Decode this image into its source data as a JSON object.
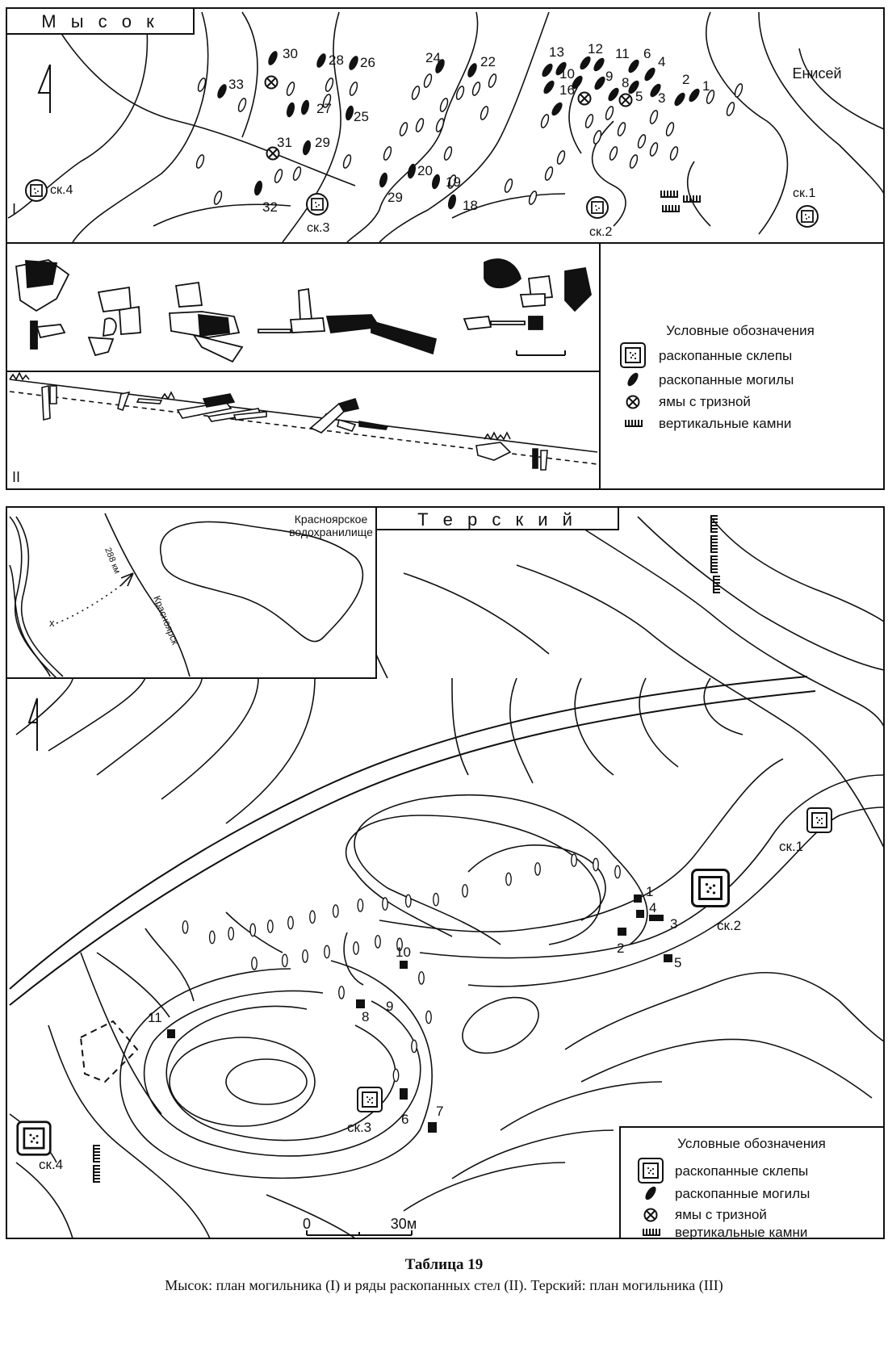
{
  "plate": {
    "title": "Таблица 19",
    "caption": "Мысок: план могильника (I) и ряды раскопанных стел (II). Терский: план могильника (III)"
  },
  "mysok": {
    "site_name": "М ы с о к",
    "river_label": "Енисей",
    "roman_plan": "I",
    "roman_stelae": "II",
    "crypts": [
      "ск.1",
      "ск.2",
      "ск.3",
      "ск.4"
    ],
    "graves": [
      "1",
      "2",
      "3",
      "4",
      "5",
      "6",
      "8",
      "9",
      "10",
      "11",
      "12",
      "13",
      "16",
      "18",
      "19",
      "20",
      "22",
      "24",
      "25",
      "26",
      "27",
      "28",
      "29",
      "29",
      "30",
      "31",
      "32",
      "33"
    ]
  },
  "tersky": {
    "site_name": "Т е р с к и й",
    "reservoir_label_1": "Красноярское",
    "reservoir_label_2": "водохранилище",
    "road_label": "Красноярск",
    "km_label": "288 км",
    "site_marker": "x",
    "crypts": [
      "ск.1",
      "ск.2",
      "ск.3",
      "ск.4"
    ],
    "graves": [
      "1",
      "2",
      "3",
      "4",
      "5",
      "6",
      "7",
      "8",
      "9",
      "10",
      "11"
    ],
    "scale_zero": "0",
    "scale_end": "30м"
  },
  "legend": {
    "title": "Условные обозначения",
    "items": [
      {
        "icon": "excavated-crypt-icon",
        "label": "раскопанные склепы"
      },
      {
        "icon": "excavated-grave-icon",
        "label": "раскопанные могилы"
      },
      {
        "icon": "feast-pit-icon",
        "label": "ямы с тризной"
      },
      {
        "icon": "vertical-stones-icon",
        "label": "вертикальные камни"
      }
    ]
  }
}
